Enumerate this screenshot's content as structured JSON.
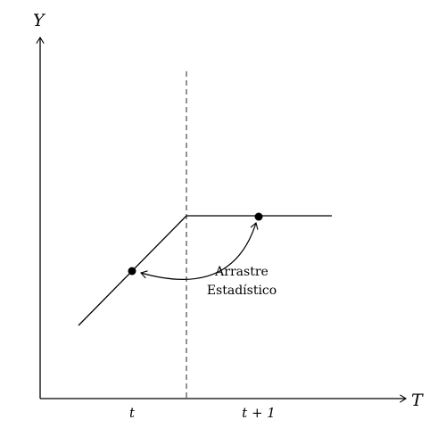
{
  "axes": {
    "y_label": "Y",
    "x_label": "T"
  },
  "ticks": {
    "t_label": "t",
    "t_plus_1_label": "t + 1"
  },
  "annotation": {
    "line1": "Arrastre",
    "line2": "Estadístico"
  },
  "colors": {
    "ink": "#000000",
    "divider": "#777777"
  }
}
